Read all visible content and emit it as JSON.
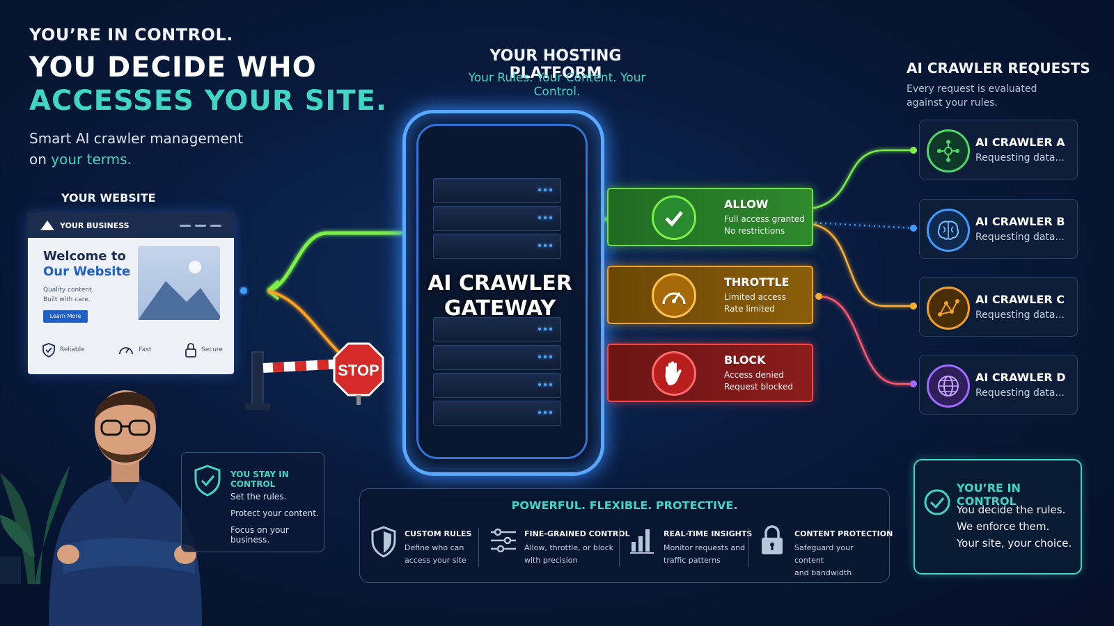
{
  "headline": {
    "tag": "YOU’RE IN CONTROL.",
    "line1": "YOU DECIDE WHO",
    "line2": "ACCESSES YOUR SITE.",
    "lead_a": "Smart AI crawler management",
    "lead_b": "on ",
    "lead_c": "your terms."
  },
  "website": {
    "label": "YOUR WEBSITE",
    "brand": "YOUR BUSINESS",
    "welcome_a": "Welcome to",
    "welcome_b": "Our Website",
    "quality_a": "Quality content.",
    "quality_b": "Built with care.",
    "cta": "Learn More",
    "features": [
      "Reliable",
      "Fast",
      "Secure"
    ]
  },
  "stay": {
    "title": "YOU STAY IN CONTROL",
    "lines": [
      "Set the rules.",
      "Protect your content.",
      "Focus on your business."
    ]
  },
  "platform": {
    "title": "YOUR HOSTING PLATFORM",
    "subtitle": "Your Rules. Your Content. Your Control.",
    "gateway_a": "AI CRAWLER",
    "gateway_b": "GATEWAY",
    "stop": "STOP"
  },
  "actions": [
    {
      "title": "ALLOW",
      "line1": "Full access granted",
      "line2": "No restrictions",
      "color": "#6ee24a"
    },
    {
      "title": "THROTTLE",
      "line1": "Limited access",
      "line2": "Rate limited",
      "color": "#f0a326"
    },
    {
      "title": "BLOCK",
      "line1": "Access denied",
      "line2": "Request blocked",
      "color": "#ff4444"
    }
  ],
  "crawlers": {
    "title": "AI CRAWLER REQUESTS",
    "subtitle_a": "Every request is evaluated",
    "subtitle_b": "against your rules.",
    "items": [
      {
        "name": "AI CRAWLER A",
        "status": "Requesting data...",
        "color": "#4fd86a",
        "icon": "network-icon"
      },
      {
        "name": "AI CRAWLER B",
        "status": "Requesting data...",
        "color": "#3f9cff",
        "icon": "brain-icon"
      },
      {
        "name": "AI CRAWLER C",
        "status": "Requesting data...",
        "color": "#f0a326",
        "icon": "graph-icon"
      },
      {
        "name": "AI CRAWLER D",
        "status": "Requesting data...",
        "color": "#a06cff",
        "icon": "globe-icon"
      }
    ]
  },
  "features": {
    "title": "POWERFUL. FLEXIBLE. PROTECTIVE.",
    "items": [
      {
        "title": "CUSTOM RULES",
        "desc_a": "Define who can",
        "desc_b": "access your site"
      },
      {
        "title": "FINE-GRAINED CONTROL",
        "desc_a": "Allow, throttle, or block",
        "desc_b": "with precision"
      },
      {
        "title": "REAL-TIME INSIGHTS",
        "desc_a": "Monitor requests and",
        "desc_b": "traffic patterns"
      },
      {
        "title": "CONTENT PROTECTION",
        "desc_a": "Safeguard your content",
        "desc_b": "and bandwidth"
      }
    ]
  },
  "control": {
    "title": "YOU’RE IN CONTROL",
    "line1": "You decide the rules.",
    "line2": "We enforce them.",
    "line3": "Your site, your choice."
  }
}
